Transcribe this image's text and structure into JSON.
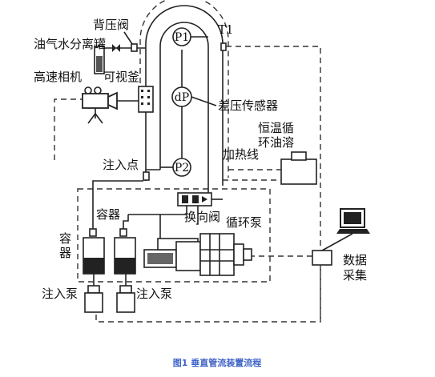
{
  "labels": {
    "back_pressure_valve": "背压阀",
    "separator_tank": "油气水分离罐",
    "high_speed_camera": "高速相机",
    "sight_glass": "可视釜",
    "t1": "T1",
    "p1": "P1",
    "dp": "dP",
    "p2": "P2",
    "dp_sensor": "差压传感器",
    "thermostat_bath_l1": "恒温循",
    "thermostat_bath_l2": "环油溶",
    "heating_line": "加热线",
    "injection_point": "注入点",
    "reversing_valve": "换向阀",
    "circulation_pump": "循环泵",
    "container_a": "容器",
    "container_b_l1": "容",
    "container_b_l2": "器",
    "injection_pump_a": "注入泵",
    "injection_pump_b": "注入泵",
    "data_acq_l1": "数据",
    "data_acq_l2": "采集"
  },
  "caption": "图1 垂直管流装置流程",
  "colors": {
    "caption": "#3f63c8",
    "line": "#222222"
  }
}
